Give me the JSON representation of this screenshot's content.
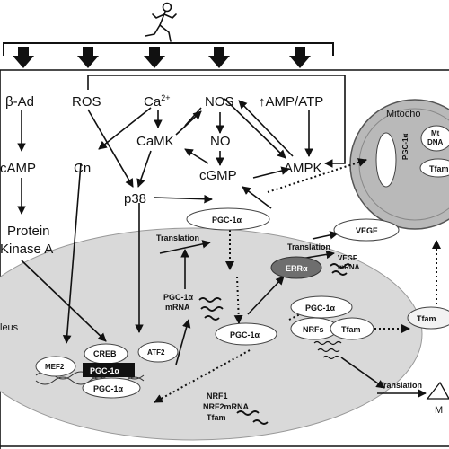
{
  "colors": {
    "nucleus_fill": "#d9d9d9",
    "mito_fill": "#b9b9b9",
    "err_fill": "#6e6e6e",
    "black_box": "#111111",
    "line": "#111111"
  },
  "icons": [
    "runner-icon"
  ],
  "labels": {
    "beta_ad": "β-Ad",
    "camp": "cAMP",
    "protein": "Protein",
    "kinase_a": "Kinase A",
    "ros": "ROS",
    "ca": "Ca",
    "ca_sup": "2+",
    "nos": "NOS",
    "amp_atp": "↑AMP/ATP",
    "camk": "CaMK",
    "no": "NO",
    "cgmp": "cGMP",
    "ampk": "AMPK",
    "cn": "Cn",
    "p38": "p38",
    "pgc_main": "PGC-1α",
    "translation_top": "Translation",
    "pgc_mrna_1": "PGC-1α",
    "pgc_mrna_2": "mRNA",
    "translation_mid": "Translation",
    "vegf": "VEGF",
    "errα": "ERRα",
    "vegf_mrna_1": "VEGF",
    "vegf_mrna_2": "mRNA",
    "pgc_upper": "PGC-1α",
    "nrfs": "NRFs",
    "tfam_nuc": "Tfam",
    "pgc_center": "PGC-1α",
    "tfam_right": "Tfam",
    "nucleus": "leus",
    "mef2": "MEF2",
    "creb": "CREB",
    "atf2": "ATF2",
    "pgc_black": "PGC-1α",
    "pgc_oval": "PGC-1α",
    "nrf1": "NRF1",
    "nrf2mrna": "NRF2mRNA",
    "tfam_bottom": "Tfam",
    "translation_bottom": "Translation",
    "m_label": "M",
    "mito": "Mitocho",
    "mt_dna_1": "Mt",
    "mt_dna_2": "DNA",
    "pgc_mito": "PGC-1α",
    "tfam_mito": "Tfam"
  }
}
